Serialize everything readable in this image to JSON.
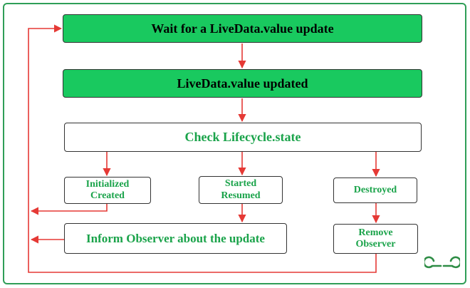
{
  "diagram": {
    "nodes": {
      "wait": "Wait for a LiveData.value update",
      "updated": "LiveData.value updated",
      "check": "Check Lifecycle.state",
      "initialized": {
        "line1": "Initialized",
        "line2": "Created"
      },
      "started": {
        "line1": "Started",
        "line2": "Resumed"
      },
      "destroyed": "Destroyed",
      "inform": "Inform Observer about the update",
      "remove": {
        "line1": "Remove",
        "line2": "Observer"
      }
    },
    "logo": {
      "name": "gfg-logo-icon"
    },
    "colors": {
      "accent_fill": "#19c95f",
      "accent_text": "#1aa34a",
      "frame": "#2f9e57",
      "arrow": "#e53935",
      "box_border": "#333333"
    }
  }
}
